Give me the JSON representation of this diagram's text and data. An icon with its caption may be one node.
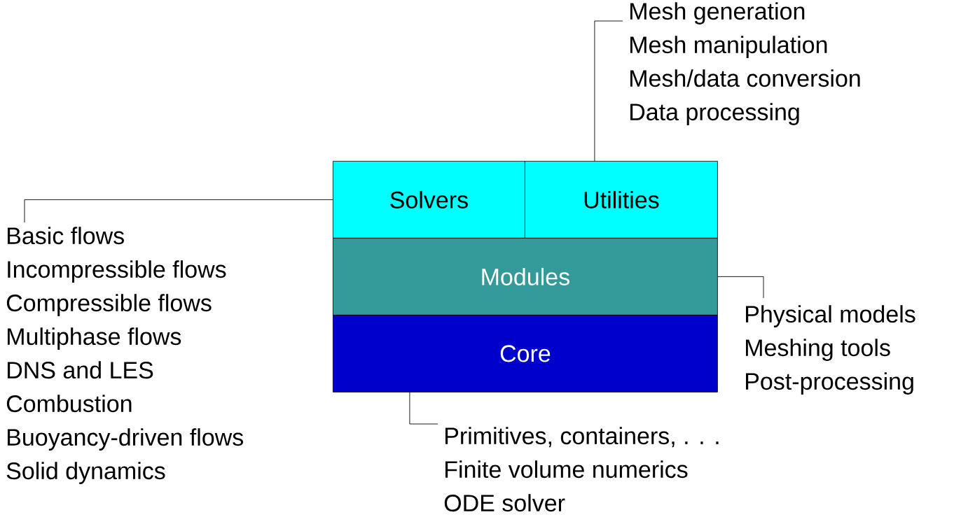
{
  "diagram": {
    "nodes": [
      {
        "text": [
          "Solvers"
        ]
      },
      {
        "text": [
          "Utilities"
        ]
      },
      {
        "text": [
          "Modules"
        ]
      },
      {
        "text": [
          "Core"
        ]
      },
      {
        "text": [
          "Basic flows",
          "Incompressible flows",
          "Compressible flows",
          "Multiphase flows",
          "DNS and LES",
          "Combustion",
          "Buoyancy-driven flows",
          "Solid dynamics"
        ]
      },
      {
        "text": [
          "Mesh generation",
          "Mesh manipulation",
          "Mesh/data conversion",
          "Data processing"
        ]
      },
      {
        "text": [
          "Physical models",
          "Meshing tools",
          "Post-processing"
        ]
      },
      {
        "text": [
          "Primitives, containers, . . .",
          "Finite volume numerics",
          "ODE solver"
        ]
      }
    ],
    "edges": [
      {
        "from": 0,
        "to": 4,
        "arrow": "none"
      },
      {
        "from": 1,
        "to": 5,
        "arrow": "none"
      },
      {
        "from": 2,
        "to": 6,
        "arrow": "none"
      },
      {
        "from": 3,
        "to": 7,
        "arrow": "none"
      }
    ]
  }
}
